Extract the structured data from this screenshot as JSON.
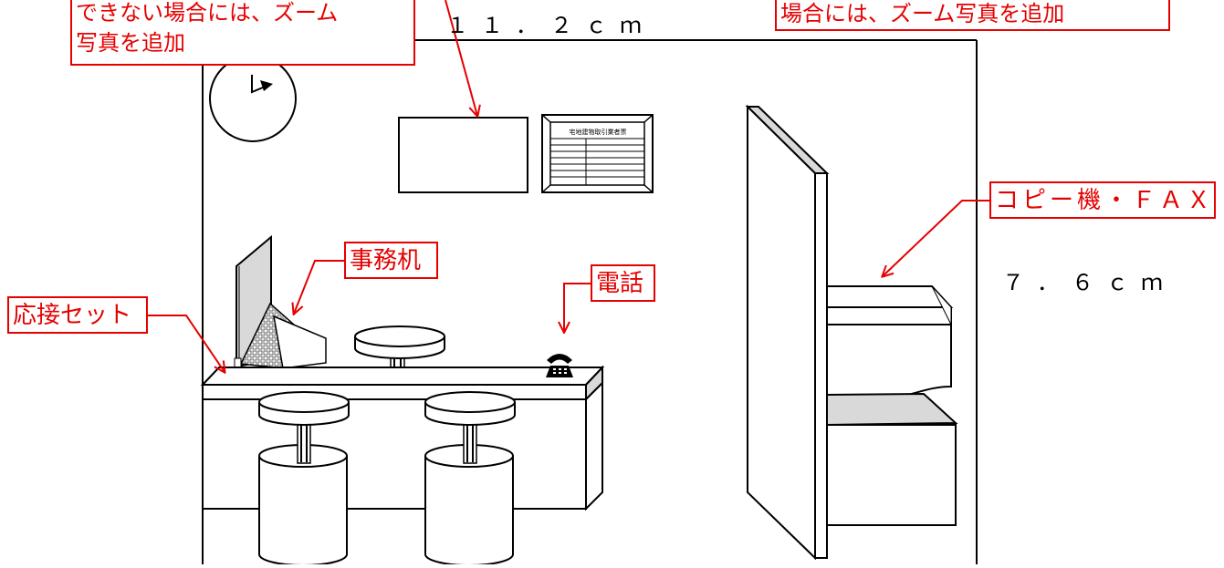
{
  "callouts": {
    "top_left_note": {
      "line1": "できない場合には、ズーム",
      "line2": "写真を追加"
    },
    "top_right_note": "場合には、ズーム写真を追加",
    "copier_fax": "コピー機・ＦＡＸ",
    "office_desk": "事務机",
    "phone": "電話",
    "reception_set": "応接セット"
  },
  "dimensions": {
    "width": "１１．２ｃｍ",
    "height": "７．６ｃｍ"
  },
  "license_board": {
    "title": "宅地建物取引業者票"
  },
  "colors": {
    "callout": "#e60000",
    "line": "#000000",
    "panel": "#d9d9d9"
  }
}
